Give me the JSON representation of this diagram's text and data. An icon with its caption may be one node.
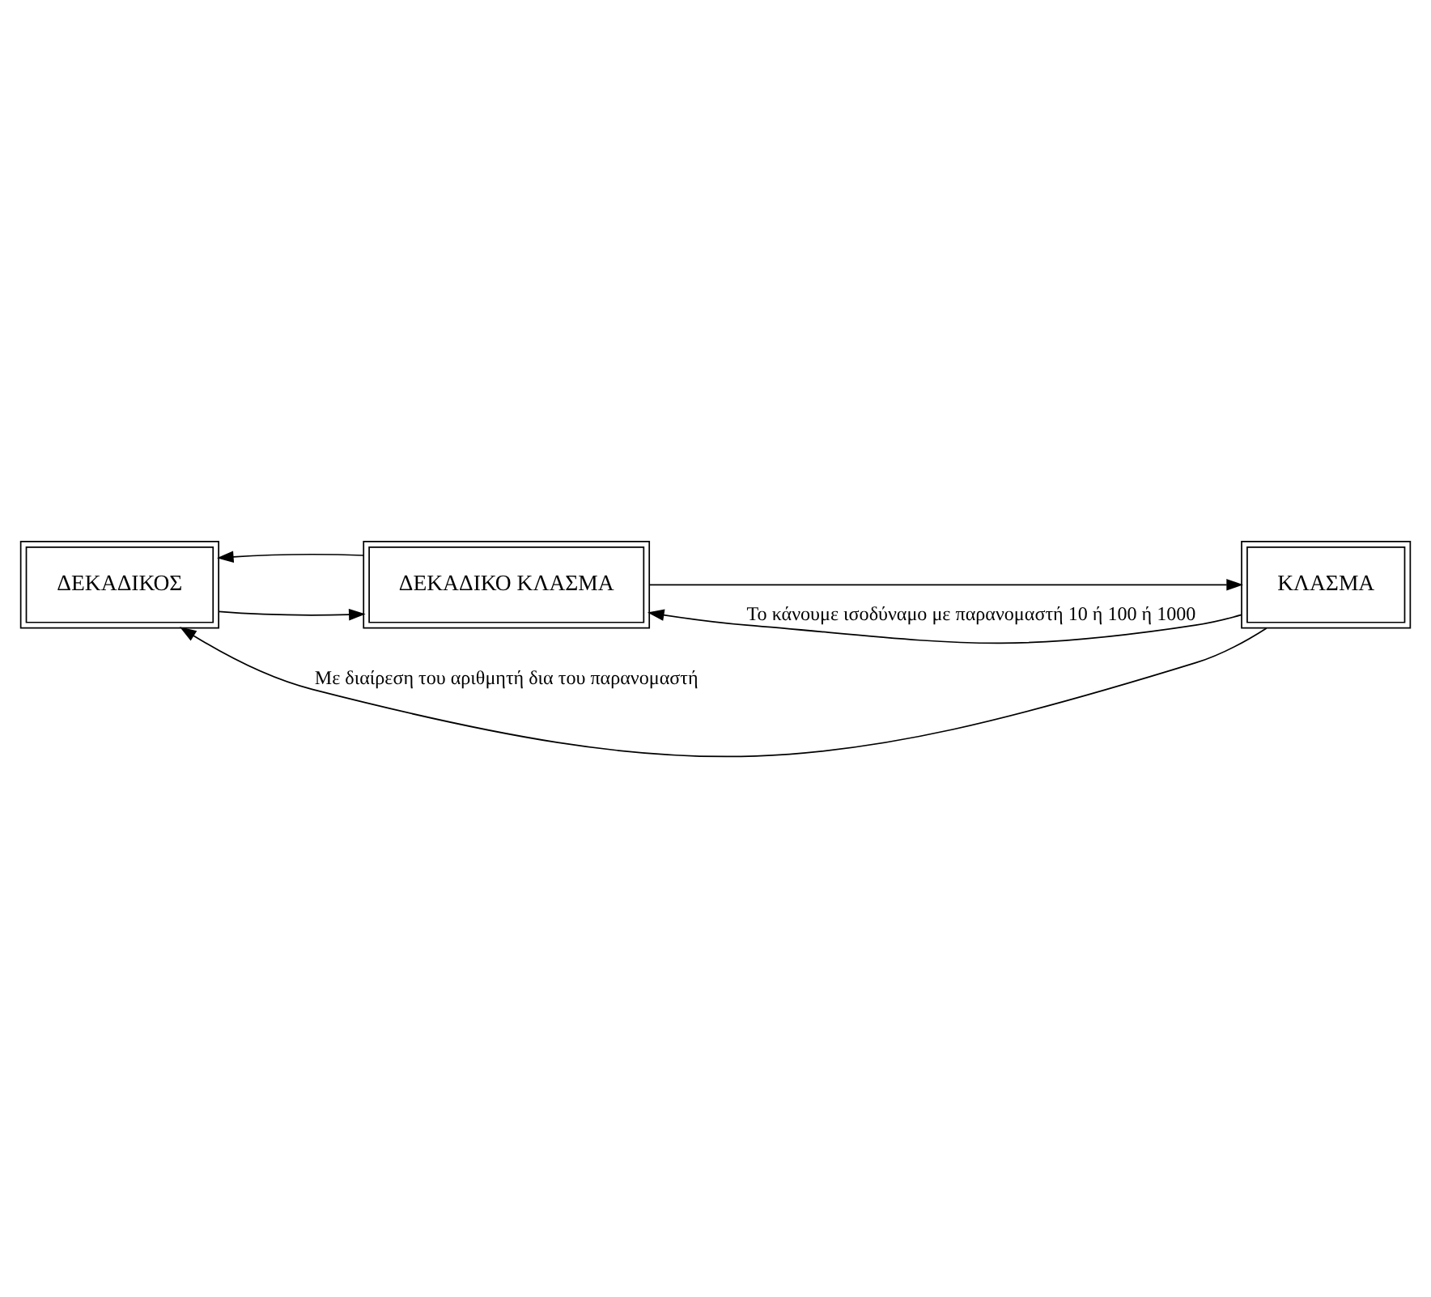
{
  "diagram": {
    "nodes": [
      {
        "text": [
          "ΔΕΚΑΔΙΚΟΣ"
        ]
      },
      {
        "text": [
          "ΔΕΚΑΔΙΚΟ ΚΛΑΣΜΑ"
        ]
      },
      {
        "text": [
          "ΚΛΑΣΜΑ"
        ]
      }
    ],
    "edges": [
      {
        "from": 0,
        "to": 1,
        "arrow": "to"
      },
      {
        "from": 1,
        "to": 2,
        "arrow": "to"
      },
      {
        "from": 2,
        "to": 0,
        "arrow": "to",
        "label": "Με διαίρεση του αριθμητή δια του παρανομαστή"
      },
      {
        "from": 1,
        "to": 0,
        "arrow": "to"
      },
      {
        "from": 2,
        "to": 1,
        "arrow": "to",
        "label": "Το κάνουμε ισοδύναμο με παρανομαστή 10 ή 100 ή 1000"
      }
    ]
  }
}
